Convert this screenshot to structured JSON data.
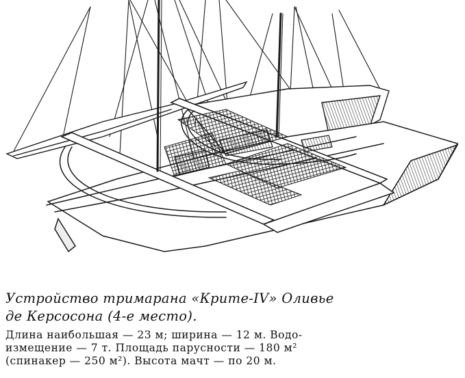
{
  "caption": {
    "title_lines": [
      "Устройство тримарана «Крите-IV» Оливье",
      "де Керсосона (4-е место)."
    ],
    "body_lines": [
      "Длина наибольшая — 23 м; ширина — 12 м. Водо-",
      "измещение — 7 т. Площадь парусности — 180 м²",
      "(спинакер — 250 м²). Высота мачт — по 20 м."
    ]
  }
}
